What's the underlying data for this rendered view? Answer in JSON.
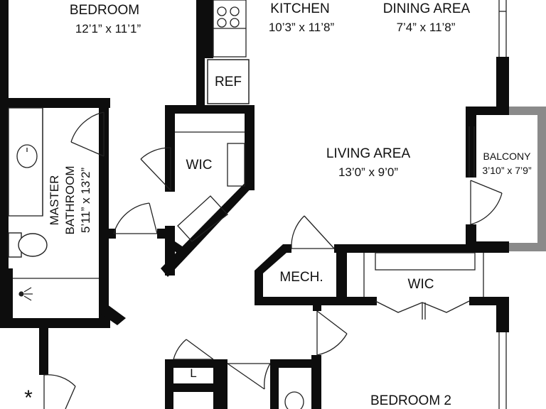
{
  "rooms": {
    "bedroom": {
      "name": "BEDROOM",
      "size": "12’1” x 11’1”"
    },
    "kitchen": {
      "name": "KITCHEN",
      "size": "10’3” x 11’8”"
    },
    "dining": {
      "name": "DINING AREA",
      "size": "7’4” x 11’8”"
    },
    "living": {
      "name": "LIVING AREA",
      "size": "13’0” x 9’0”"
    },
    "balcony": {
      "name": "BALCONY",
      "size": "3’10” x 7’9”"
    },
    "master_bath": {
      "name_line1": "MASTER",
      "name_line2": "BATHROOM",
      "size": "5’11” x 13’2”"
    },
    "wic_1": {
      "name": "WIC"
    },
    "wic_2": {
      "name": "WIC"
    },
    "mech": {
      "name": "MECH."
    },
    "bedroom2": {
      "name": "BEDROOM 2"
    }
  },
  "fixtures": {
    "refrigerator": "REF",
    "laundry": "L"
  },
  "marks": {
    "asterisk": "*"
  },
  "colors": {
    "wall": "#0d0d0d",
    "balcony_rail": "#8a8a8a",
    "line": "#222222"
  }
}
